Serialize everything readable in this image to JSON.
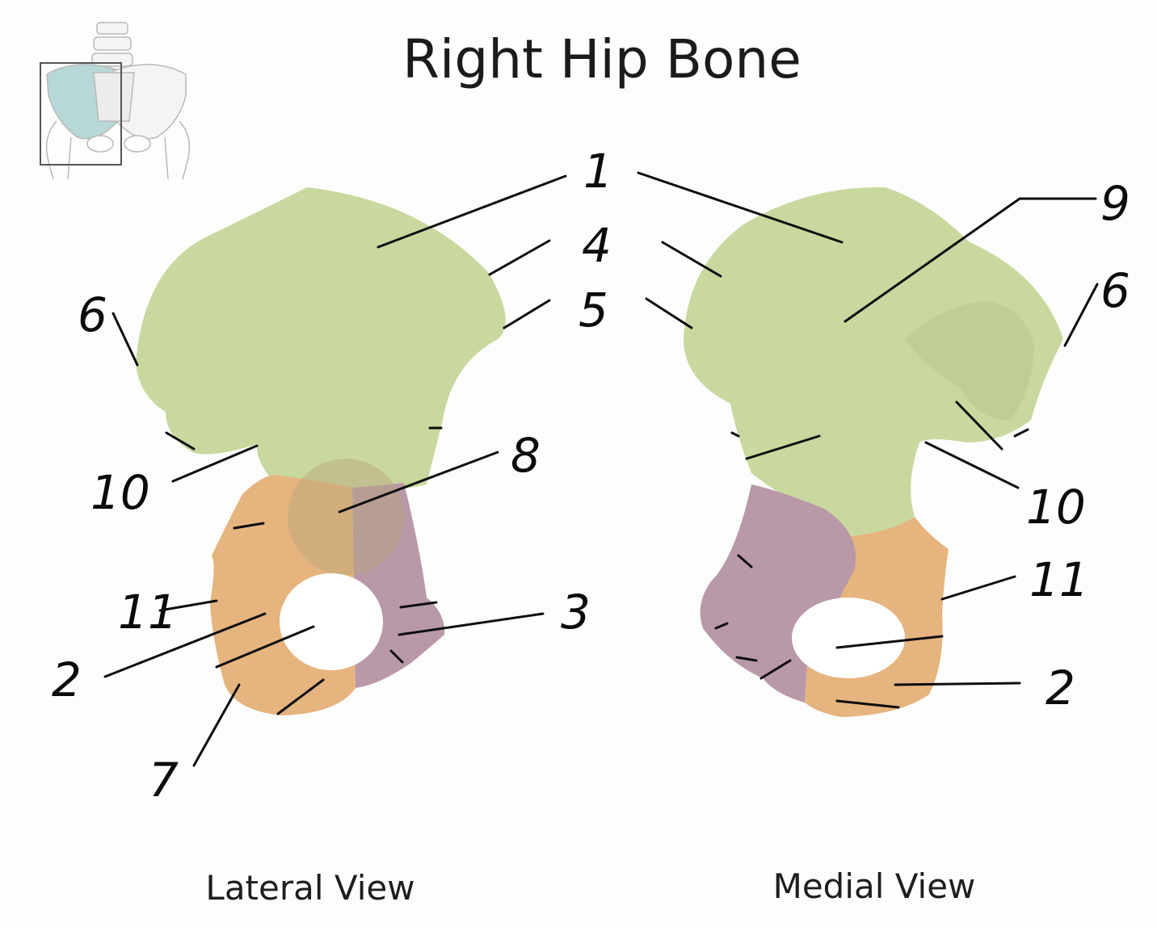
{
  "title": "Right Hip Bone",
  "views": {
    "lateral": "Lateral View",
    "medial": "Medial View"
  },
  "labels": {
    "lateral": [
      "6",
      "10",
      "11",
      "2",
      "7",
      "1",
      "4",
      "5",
      "8",
      "3"
    ],
    "medial": [
      "9",
      "6",
      "10",
      "11",
      "2"
    ]
  },
  "colors": {
    "ilium": "#c9d89e",
    "ischium": "#e6b47e",
    "pubis": "#b998a8",
    "locator_highlight": "#b7d8d6"
  }
}
